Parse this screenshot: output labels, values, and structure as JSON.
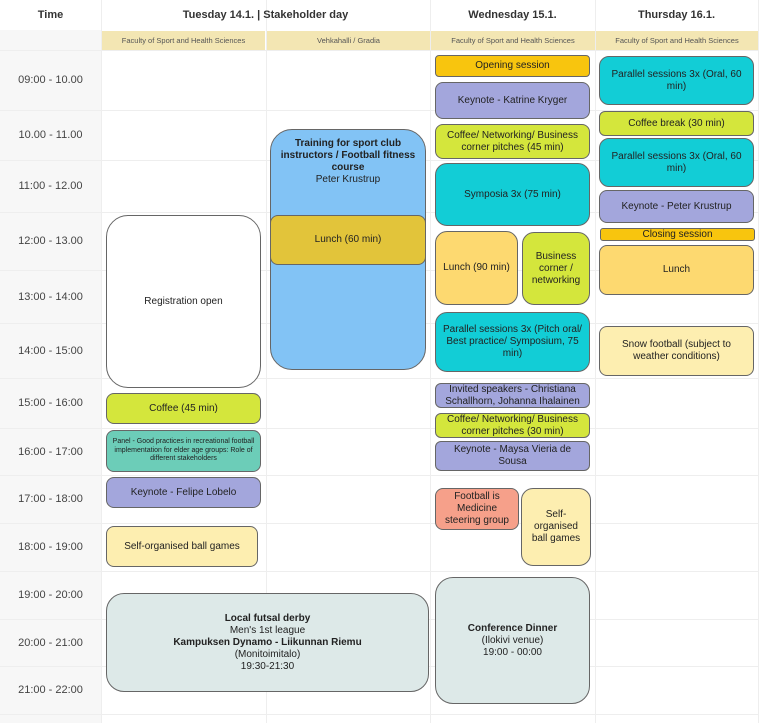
{
  "header": {
    "time": "Time",
    "tuesday": "Tuesday 14.1. | Stakeholder day",
    "wednesday": "Wednesday 15.1.",
    "thursday": "Thursday 16.1."
  },
  "venues": {
    "tue1": "Faculty of Sport and Health Sciences",
    "tue2": "Vehkahalli / Gradia",
    "wed": "Faculty of Sport and Health Sciences",
    "thu": "Faculty of Sport and Health Sciences"
  },
  "times": [
    "09:00 - 10.00",
    "10.00 - 11.00",
    "11:00 - 12.00",
    "12:00 - 13.00",
    "13:00 - 14:00",
    "14:00 - 15:00",
    "15:00 - 16:00",
    "16:00 - 17:00",
    "17:00 - 18:00",
    "18:00 - 19:00",
    "19:00 - 20:00",
    "20:00 - 21:00",
    "21:00 - 22:00"
  ],
  "tuesday": {
    "registration": "Registration open",
    "coffee": "Coffee (45 min)",
    "panel": "Panel - Good practices in recreational football implementation for elder age groups: Role of different stakeholders",
    "keynote": "Keynote - Felipe Lobelo",
    "ball_games": "Self-organised ball games",
    "futsal": [
      "Local futsal derby",
      "Men's 1st league",
      "Kampuksen Dynamo - Liikunnan Riemu",
      "(Monitoimitalo)",
      "19:30-21:30"
    ],
    "training": [
      "Training for sport club instructors / Football fitness course",
      "Peter Krustrup"
    ],
    "lunch": "Lunch (60 min)"
  },
  "wednesday": {
    "opening": "Opening session",
    "keynote1": "Keynote - Katrine Kryger",
    "coffee1": "Coffee/ Networking/ Business corner pitches (45 min)",
    "symposia": "Symposia 3x (75 min)",
    "lunch": "Lunch (90 min)",
    "business": "Business corner / networking",
    "parallel": "Parallel sessions 3x (Pitch oral/ Best practice/ Symposium, 75 min)",
    "invited": "Invited speakers - Christiana Schallhorn, Johanna Ihalainen",
    "coffee2": "Coffee/ Networking/ Business corner pitches (30 min)",
    "keynote2": "Keynote - Maysa Vieria de Sousa",
    "fim": "Football is Medicine steering group",
    "ball_games": "Self-organised ball games",
    "dinner": [
      "Conference Dinner",
      "(Ilokivi venue)",
      "19:00 - 00:00"
    ]
  },
  "thursday": {
    "parallel1": "Parallel sessions 3x (Oral, 60 min)",
    "coffee": "Coffee break (30 min)",
    "parallel2": "Parallel sessions 3x (Oral, 60 min)",
    "keynote": "Keynote - Peter Krustrup",
    "closing": "Closing session",
    "lunch": "Lunch",
    "snow": "Snow football (subject to weather conditions)"
  }
}
